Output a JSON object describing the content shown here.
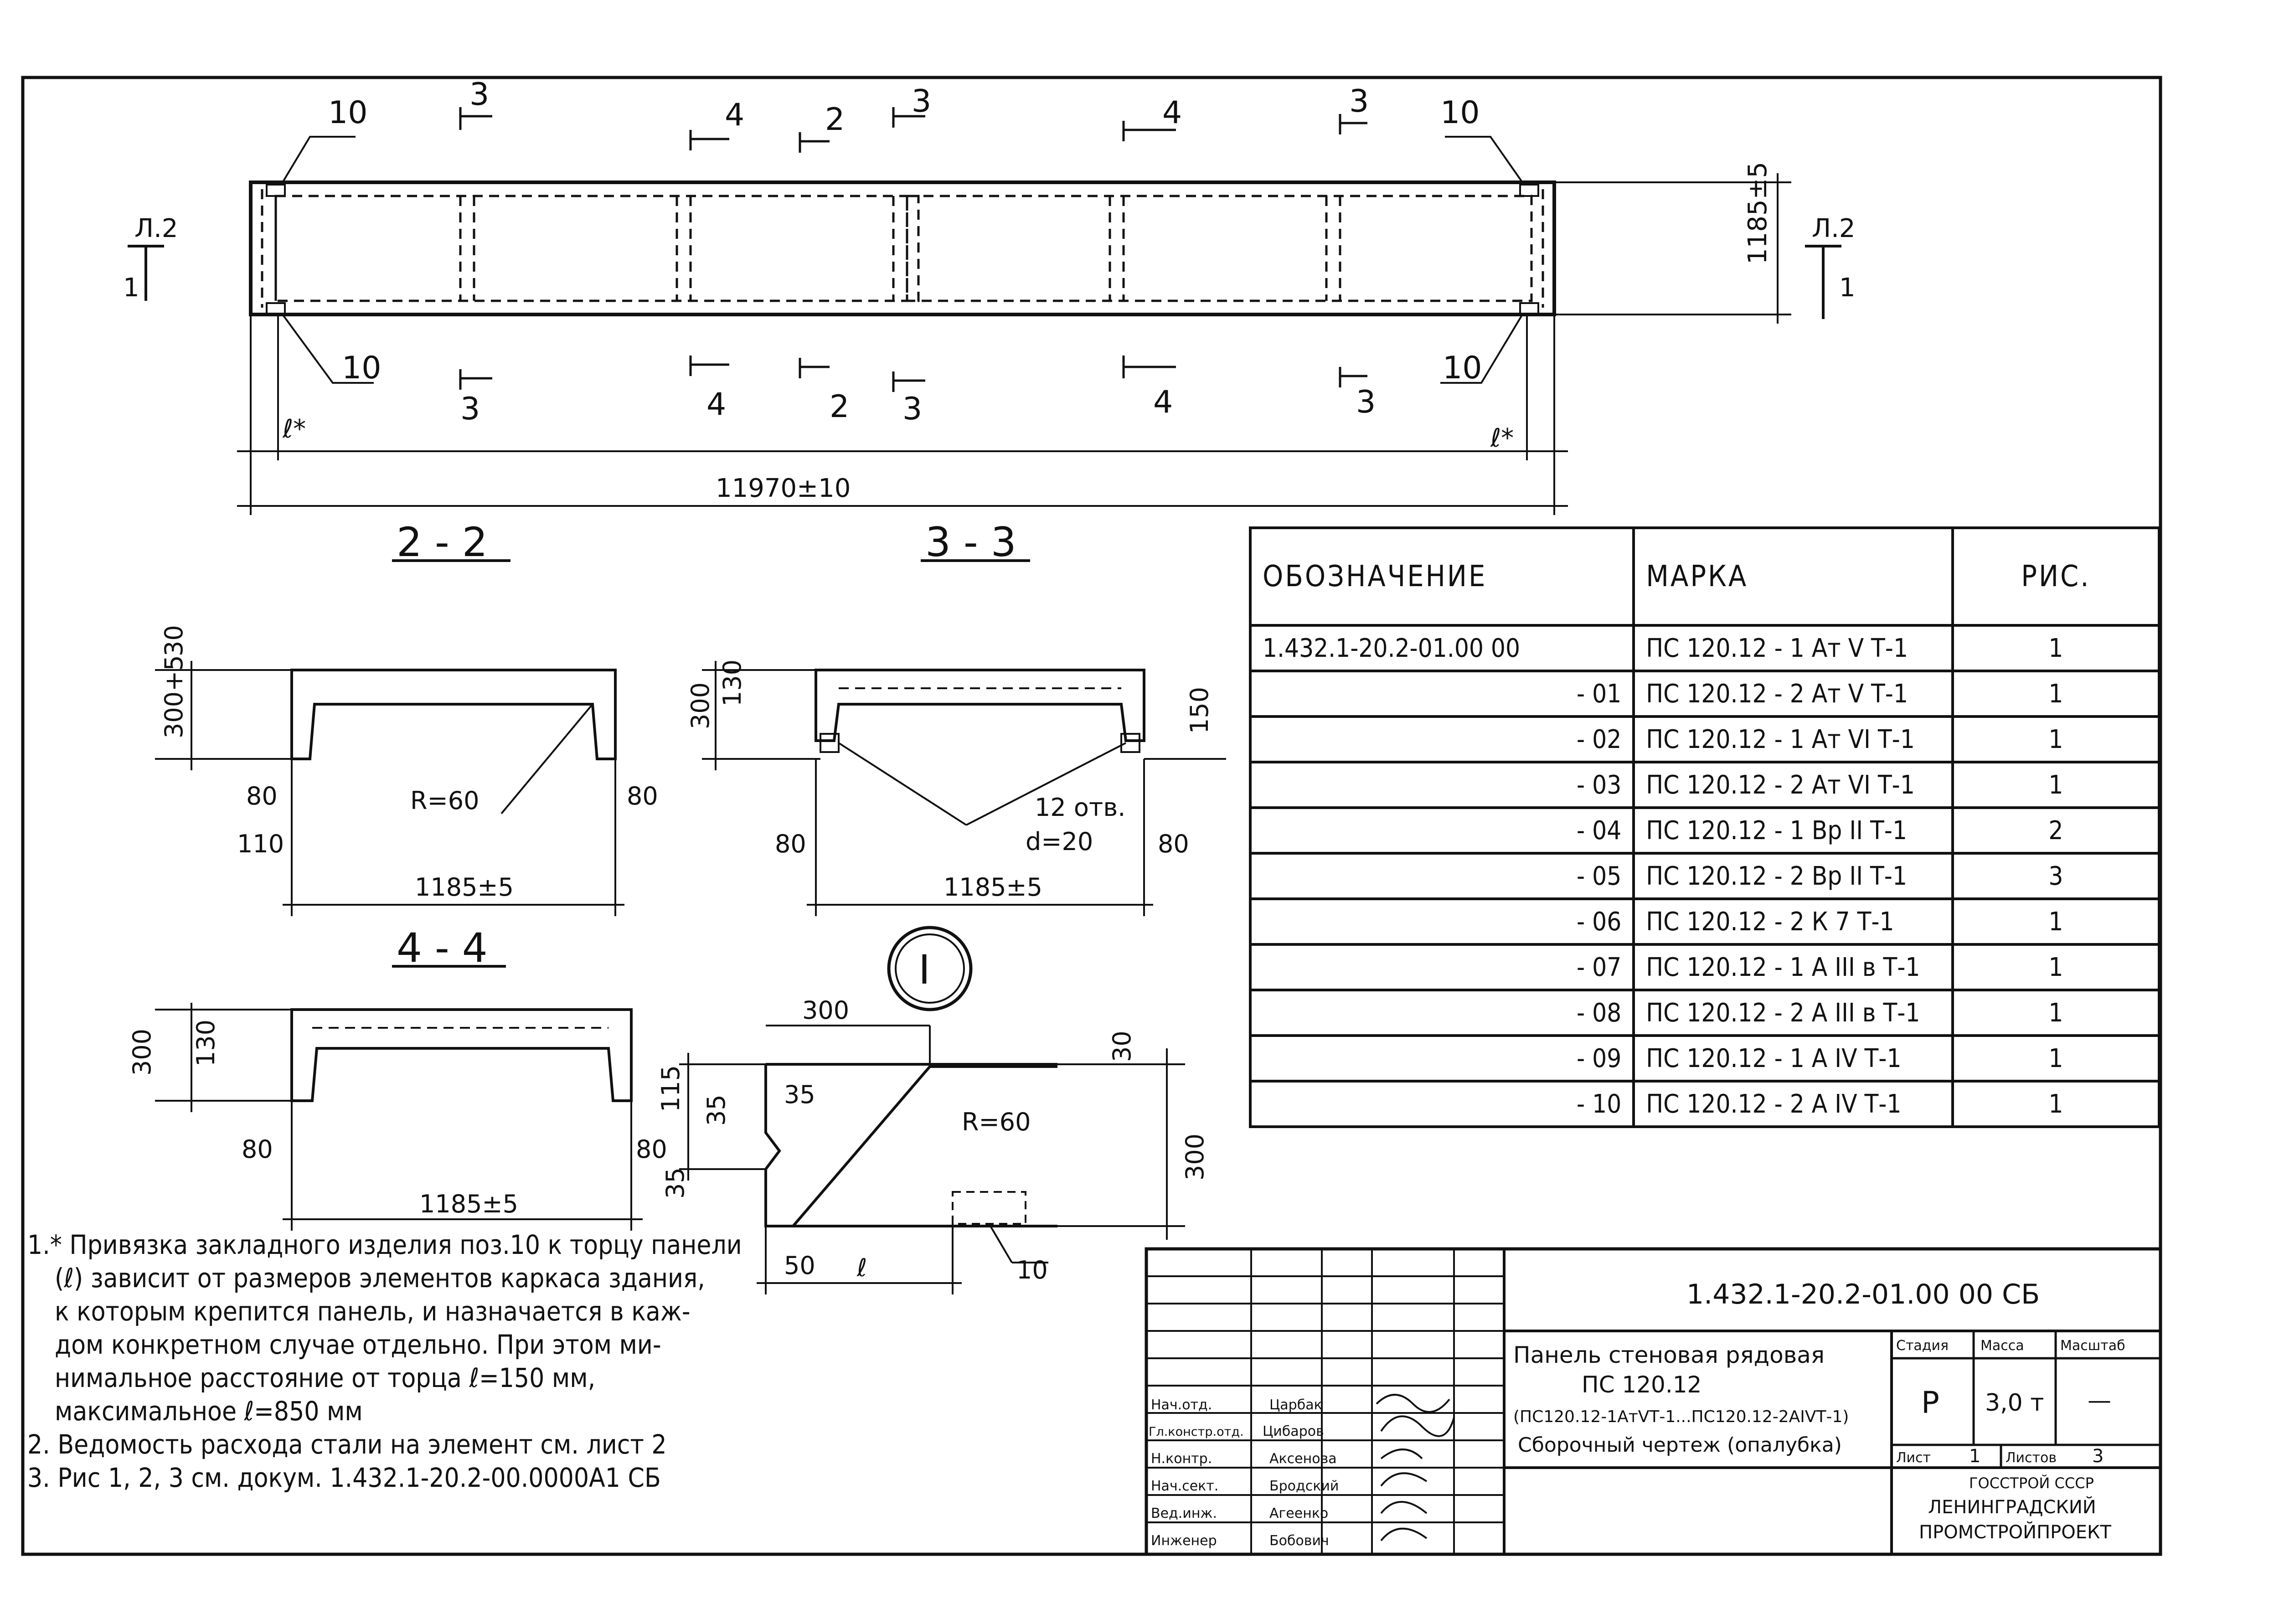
{
  "drawing": {
    "plan": {
      "section_marks_top": [
        "10",
        "3",
        "4",
        "2",
        "3",
        "4",
        "3",
        "10"
      ],
      "section_marks_bottom": [
        "10",
        "3",
        "4",
        "2",
        "3",
        "4",
        "3",
        "10"
      ],
      "side_view_label_left": "Л.2",
      "side_view_label_right": "Л.2",
      "side_view_number": "1",
      "height_dim": "1185±5",
      "length_dim": "11970±10",
      "anchor_dim_left": "ℓ*",
      "anchor_dim_right": "ℓ*"
    },
    "sections": {
      "s22": {
        "title": "2 - 2",
        "dims": [
          "30",
          "300+5",
          "80",
          "110",
          "R=60",
          "80",
          "1185±5"
        ]
      },
      "s33": {
        "title": "3 - 3",
        "dims": [
          "300",
          "130",
          "150",
          "12 отв.",
          "d=20",
          "80",
          "80",
          "1185±5"
        ]
      },
      "s44": {
        "title": "4 - 4",
        "dims": [
          "300",
          "130",
          "80",
          "80",
          "1185±5"
        ]
      },
      "detail": {
        "title": "I",
        "dims": [
          "300",
          "30",
          "115",
          "35",
          "35",
          "35",
          "R=60",
          "300",
          "50",
          "ℓ",
          "10"
        ]
      }
    }
  },
  "spec_table": {
    "headers": [
      "ОБОЗНАЧЕНИЕ",
      "МАРКА",
      "РИС."
    ],
    "rows": [
      {
        "code": "1.432.1-20.2-01.00 00",
        "mark": "ПС 120.12 - 1 Ат V Т-1",
        "fig": "1"
      },
      {
        "code": "- 01",
        "mark": "ПС 120.12 - 2 Ат V Т-1",
        "fig": "1"
      },
      {
        "code": "- 02",
        "mark": "ПС 120.12 - 1 Ат VI Т-1",
        "fig": "1"
      },
      {
        "code": "- 03",
        "mark": "ПС 120.12 - 2 Ат VI Т-1",
        "fig": "1"
      },
      {
        "code": "- 04",
        "mark": "ПС 120.12 - 1 Вр II Т-1",
        "fig": "2"
      },
      {
        "code": "- 05",
        "mark": "ПС 120.12 - 2 Вр II Т-1",
        "fig": "3"
      },
      {
        "code": "- 06",
        "mark": "ПС 120.12 - 2 К 7 Т-1",
        "fig": "1"
      },
      {
        "code": "- 07",
        "mark": "ПС 120.12 - 1 А III в Т-1",
        "fig": "1"
      },
      {
        "code": "- 08",
        "mark": "ПС 120.12 - 2 А III в Т-1",
        "fig": "1"
      },
      {
        "code": "- 09",
        "mark": "ПС 120.12 - 1 А IV Т-1",
        "fig": "1"
      },
      {
        "code": "- 10",
        "mark": "ПС 120.12 - 2 А IV Т-1",
        "fig": "1"
      }
    ]
  },
  "notes": [
    "1.* Привязка закладного изделия поз.10 к торцу панели",
    "(ℓ) зависит от размеров элементов каркаса здания,",
    "к которым крепится панель, и назначается в каж-",
    "дом конкретном случае отдельно. При этом ми-",
    "нимальное расстояние от торца ℓ=150 мм,",
    "максимальное ℓ=850 мм",
    "2. Ведомость расхода стали на элемент см. лист 2",
    "3. Рис 1, 2, 3 см. докум. 1.432.1-20.2-00.0000А1 СБ"
  ],
  "title_block": {
    "doc_code": "1.432.1-20.2-01.00 00 СБ",
    "name_line1": "Панель стеновая рядовая",
    "name_line2": "ПС 120.12",
    "name_line3": "(ПС120.12-1АтVТ-1...ПС120.12-2АIVТ-1)",
    "name_line4": "Сборочный чертеж (опалубка)",
    "stage_label": "Стадия",
    "stage": "Р",
    "mass_label": "Масса",
    "mass": "3,0 т",
    "scale_label": "Масштаб",
    "scale": "—",
    "sheet_label": "Лист",
    "sheet": "1",
    "sheets_label": "Листов",
    "sheets": "3",
    "org1": "ГОССТРОЙ СССР",
    "org2": "ЛЕНИНГРАДСКИЙ",
    "org3": "ПРОМСТРОЙПРОЕКТ",
    "signers": [
      {
        "role": "Нач.отд.",
        "name": "Царбак"
      },
      {
        "role": "Гл.констр.отд.",
        "name": "Цибаров"
      },
      {
        "role": "Н.контр.",
        "name": "Аксенова"
      },
      {
        "role": "Нач.сект.",
        "name": "Бродский"
      },
      {
        "role": "Вед.инж.",
        "name": "Агеенко"
      },
      {
        "role": "Инженер",
        "name": "Бобович"
      }
    ]
  }
}
